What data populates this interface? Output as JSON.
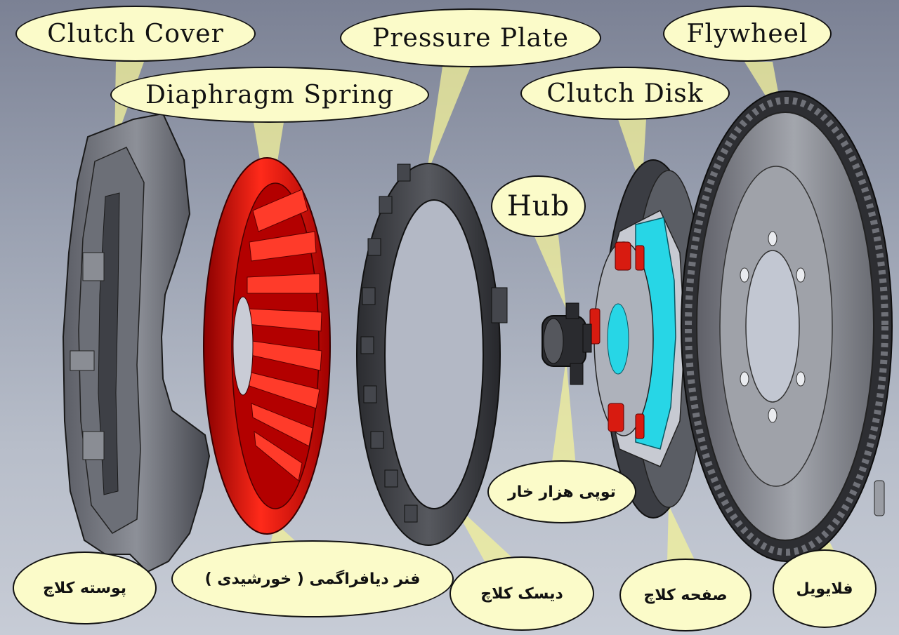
{
  "colors": {
    "bubble_fill": "#fbfbc9",
    "spring_red": "#d40000",
    "hub_cyan": "#27d6e6",
    "metal_dark": "#3a3b3f"
  },
  "labels": {
    "clutch_cover": "Clutch Cover",
    "pressure_plate": "Pressure Plate",
    "flywheel": "Flywheel",
    "diaphragm_spring": "Diaphragm Spring",
    "clutch_disk": "Clutch Disk",
    "hub": "Hub",
    "hub_fa": "توپی هزار خار",
    "cover_fa": "پوسته کلاچ",
    "spring_fa": "فنر دیافراگمی ( خورشیدی )",
    "disk_fa": "دیسک کلاچ",
    "plate_fa": "صفحه کلاچ",
    "flywheel_fa": "فلایویل"
  }
}
